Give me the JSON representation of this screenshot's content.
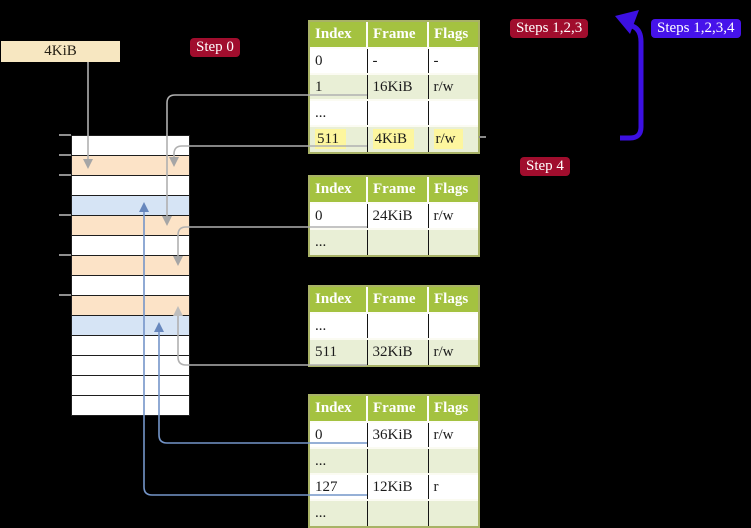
{
  "memory": {
    "label": "4KiB",
    "rows": [
      "white",
      "orange",
      "white",
      "blue",
      "orange",
      "white",
      "orange",
      "white",
      "orange",
      "blue",
      "white",
      "white",
      "white",
      "white"
    ]
  },
  "badges": {
    "step0": {
      "label": "Step 0",
      "color": "#a00d2d"
    },
    "steps123": {
      "label": "Steps 1,2,3",
      "color": "#a00d2d"
    },
    "steps1234": {
      "label": "Steps 1,2,3,4",
      "color": "#4613ea"
    },
    "step4": {
      "label": "Step 4",
      "color": "#a00d2d"
    }
  },
  "tables": [
    {
      "headers": [
        "Index",
        "Frame",
        "Flags"
      ],
      "rows": [
        {
          "cells": [
            "0",
            "-",
            "-"
          ],
          "highlight": false
        },
        {
          "cells": [
            "1",
            "16KiB",
            "r/w"
          ],
          "highlight": false
        },
        {
          "cells": [
            "...",
            "",
            ""
          ],
          "highlight": false
        },
        {
          "cells": [
            "511",
            "4KiB",
            "r/w"
          ],
          "highlight": true
        }
      ]
    },
    {
      "headers": [
        "Index",
        "Frame",
        "Flags"
      ],
      "rows": [
        {
          "cells": [
            "0",
            "24KiB",
            "r/w"
          ],
          "highlight": false
        },
        {
          "cells": [
            "...",
            "",
            ""
          ],
          "highlight": false
        }
      ]
    },
    {
      "headers": [
        "Index",
        "Frame",
        "Flags"
      ],
      "rows": [
        {
          "cells": [
            "...",
            "",
            ""
          ],
          "highlight": false
        },
        {
          "cells": [
            "511",
            "32KiB",
            "r/w"
          ],
          "highlight": false
        }
      ]
    },
    {
      "headers": [
        "Index",
        "Frame",
        "Flags"
      ],
      "rows": [
        {
          "cells": [
            "0",
            "36KiB",
            "r/w"
          ],
          "highlight": false
        },
        {
          "cells": [
            "...",
            "",
            ""
          ],
          "highlight": false
        },
        {
          "cells": [
            "127",
            "12KiB",
            "r"
          ],
          "highlight": false
        },
        {
          "cells": [
            "...",
            "",
            ""
          ],
          "highlight": false
        }
      ]
    }
  ],
  "connections": [
    "4KiB label points down to memory frame row 2 (orange)",
    "Table1 entry 1 (16KiB) points down to memory row 5 (orange)",
    "Table1 entry 511 (4KiB) points down to memory row 2 (orange)",
    "Table2 entry 0 (24KiB) points down to memory row 7 (orange)",
    "Table3 entry 511 (32KiB) points up to memory row 9 (orange)",
    "Table4 entry 0 (36KiB) points up to memory row 10 (blue)",
    "Table4 entry 127 (12KiB) points up to memory row 4 (blue)",
    "Thick indigo arrow loops from table1 row 511 up toward the step badges"
  ],
  "colors": {
    "background": "#000000",
    "table_header_bg": "#a4c240",
    "table_row_alt_bg": "#e9efd6",
    "table_border": "#a8b266",
    "highlight_yellow": "#fdf69e",
    "badge_red": "#a00d2d",
    "badge_blue": "#4613ea",
    "memory_orange": "#fce3c7",
    "memory_blue": "#d6e4f5",
    "label_cream": "#f7e7c1",
    "connector_gray": "#b0b0b0",
    "connector_steelblue": "#7495c9",
    "big_arrow_indigo": "#3c10e2"
  }
}
